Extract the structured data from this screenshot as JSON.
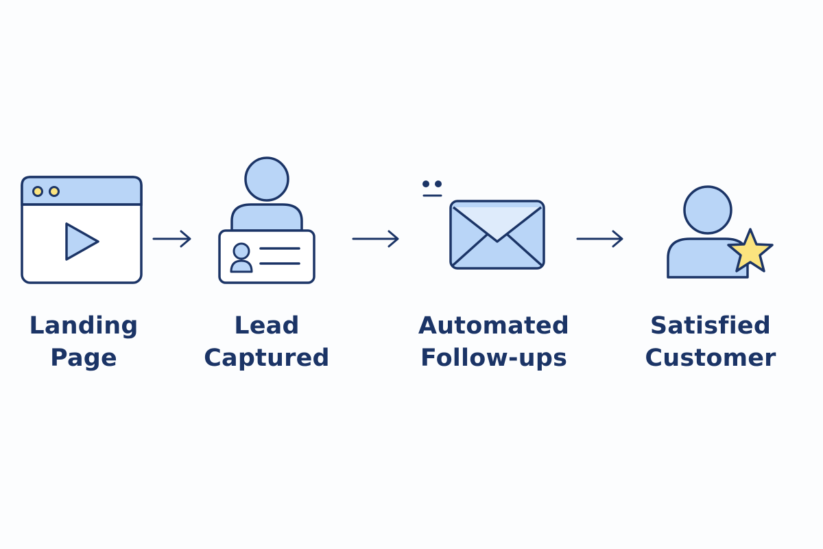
{
  "colors": {
    "stroke": "#1b3466",
    "fill_light": "#b9d5f7",
    "fill_lighter": "#deebfb",
    "star_fill": "#fbe47f",
    "background": "#fcfdfe"
  },
  "steps": [
    {
      "icon": "browser-play-icon",
      "line1": "Landing",
      "line2": "Page"
    },
    {
      "icon": "person-id-card-icon",
      "line1": "Lead",
      "line2": "Captured"
    },
    {
      "icon": "envelope-icon",
      "line1": "Automated",
      "line2": "Follow-ups"
    },
    {
      "icon": "person-star-icon",
      "line1": "Satisfied",
      "line2": "Customer"
    }
  ],
  "connectors": [
    "arrow-right-icon",
    "arrow-right-icon",
    "arrow-right-icon"
  ],
  "decorations": [
    "chat-dots-icon"
  ]
}
